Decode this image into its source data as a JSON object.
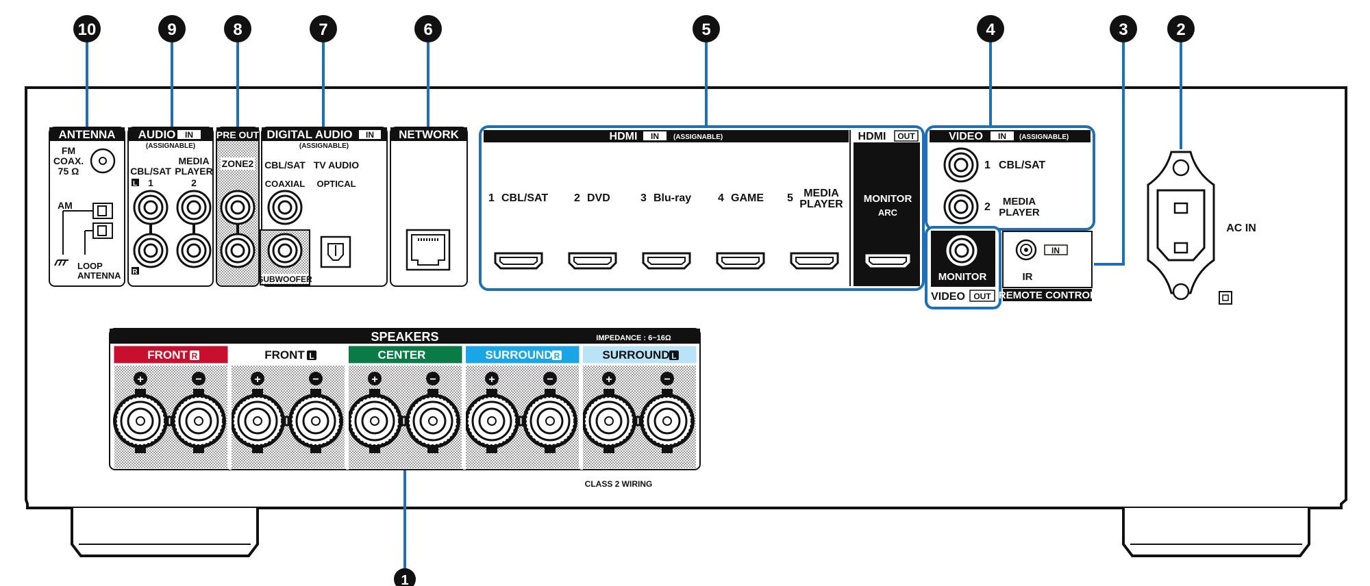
{
  "callouts": [
    "1",
    "2",
    "3",
    "4",
    "5",
    "6",
    "7",
    "8",
    "9",
    "10"
  ],
  "antenna": {
    "title": "ANTENNA",
    "fm_line1": "FM",
    "fm_line2": "COAX.",
    "fm_line3": "75 Ω",
    "am": "AM",
    "loop_line1": "LOOP",
    "loop_line2": "ANTENNA"
  },
  "audio_in": {
    "title": "AUDIO",
    "badge": "IN",
    "sub": "(ASSIGNABLE)",
    "ch1_line1": "CBL/SAT",
    "ch1_line2": "1",
    "ch2_line1": "MEDIA",
    "ch2_line2": "PLAYER",
    "ch2_line3": "2",
    "left_badge": "L",
    "right_badge": "R"
  },
  "pre_out": {
    "title": "PRE OUT",
    "zone2": "ZONE2",
    "subwoofer": "SUBWOOFER"
  },
  "digital_audio": {
    "title": "DIGITAL AUDIO",
    "badge": "IN",
    "sub": "(ASSIGNABLE)",
    "ch1": "CBL/SAT",
    "ch1_type": "COAXIAL",
    "ch2": "TV AUDIO",
    "ch2_type": "OPTICAL"
  },
  "network": {
    "title": "NETWORK"
  },
  "hdmi_in": {
    "title": "HDMI",
    "badge": "IN",
    "sub": "(ASSIGNABLE)",
    "ports": [
      {
        "num": "1",
        "line1": "CBL/SAT",
        "line2": ""
      },
      {
        "num": "2",
        "line1": "DVD",
        "line2": ""
      },
      {
        "num": "3",
        "line1": "Blu-ray",
        "line2": ""
      },
      {
        "num": "4",
        "line1": "GAME",
        "line2": ""
      },
      {
        "num": "5",
        "line1": "MEDIA",
        "line2": "PLAYER"
      }
    ]
  },
  "hdmi_out": {
    "title": "HDMI",
    "badge": "OUT",
    "monitor": "MONITOR",
    "arc": "ARC"
  },
  "video_in": {
    "title": "VIDEO",
    "badge": "IN",
    "sub": "(ASSIGNABLE)",
    "ch1_num": "1",
    "ch1": "CBL/SAT",
    "ch2_num": "2",
    "ch2_line1": "MEDIA",
    "ch2_line2": "PLAYER"
  },
  "video_out": {
    "monitor": "MONITOR",
    "title": "VIDEO",
    "badge": "OUT"
  },
  "remote": {
    "ir": "IR",
    "badge": "IN",
    "title": "REMOTE CONTROL"
  },
  "ac_in": {
    "label": "AC IN"
  },
  "speakers": {
    "title": "SPEAKERS",
    "impedance": "IMPEDANCE : 6~16Ω",
    "channels": [
      {
        "label": "FRONT",
        "badge": "R",
        "bg": "#c8102e",
        "fg": "#ffffff"
      },
      {
        "label": "FRONT",
        "badge": "L",
        "bg": "#ffffff",
        "fg": "#111111"
      },
      {
        "label": "CENTER",
        "badge": "",
        "bg": "#0a7a46",
        "fg": "#ffffff"
      },
      {
        "label": "SURROUND",
        "badge": "R",
        "bg": "#1aa6e6",
        "fg": "#ffffff"
      },
      {
        "label": "SURROUND",
        "badge": "L",
        "bg": "#b9e3f6",
        "fg": "#111111"
      }
    ],
    "plus": "+",
    "minus": "−",
    "class2": "CLASS 2 WIRING"
  },
  "colors": {
    "highlight": "#1f6fb5",
    "ink": "#111111"
  }
}
